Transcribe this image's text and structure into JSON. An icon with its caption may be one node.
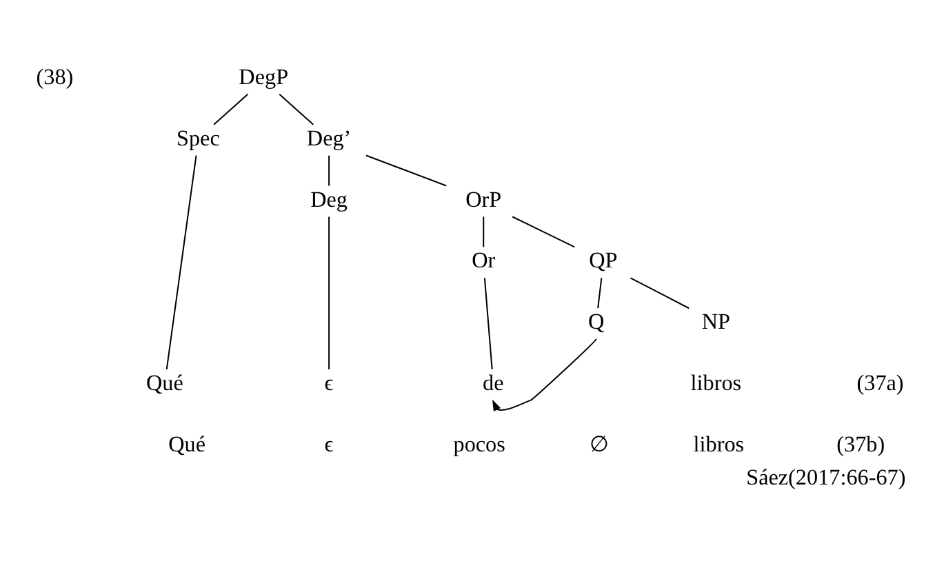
{
  "diagram": {
    "caption": "Sáez(2017:66-67)",
    "nodes": [
      {
        "text": [
          "DegP"
        ]
      },
      {
        "text": [
          "Spec"
        ]
      },
      {
        "text": [
          "Deg’"
        ]
      },
      {
        "text": [
          "Deg"
        ]
      },
      {
        "text": [
          "OrP"
        ]
      },
      {
        "text": [
          "Or"
        ]
      },
      {
        "text": [
          "QP"
        ]
      },
      {
        "text": [
          "Q"
        ]
      },
      {
        "text": [
          "NP"
        ]
      },
      {
        "text": [
          "Qué"
        ]
      },
      {
        "text": [
          "ϵ"
        ]
      },
      {
        "text": [
          "de"
        ]
      }
    ],
    "edges": [
      {
        "from": 0,
        "to": 1,
        "arrow": "none"
      },
      {
        "from": 0,
        "to": 2,
        "arrow": "none"
      },
      {
        "from": 1,
        "to": 9,
        "arrow": "none"
      },
      {
        "from": 2,
        "to": 3,
        "arrow": "none"
      },
      {
        "from": 2,
        "to": 4,
        "arrow": "none"
      },
      {
        "from": 3,
        "to": 10,
        "arrow": "none"
      },
      {
        "from": 4,
        "to": 5,
        "arrow": "none"
      },
      {
        "from": 4,
        "to": 6,
        "arrow": "none"
      },
      {
        "from": 5,
        "to": 11,
        "arrow": "none"
      },
      {
        "from": 6,
        "to": 7,
        "arrow": "none"
      },
      {
        "from": 6,
        "to": 8,
        "arrow": "none"
      },
      {
        "from": 7,
        "to": 11,
        "arrow": "to"
      }
    ],
    "labels": [
      "(38)",
      "libros",
      "(37a)",
      "Qué",
      "ϵ",
      "pocos",
      "∅",
      "libros",
      "(37b)"
    ]
  }
}
